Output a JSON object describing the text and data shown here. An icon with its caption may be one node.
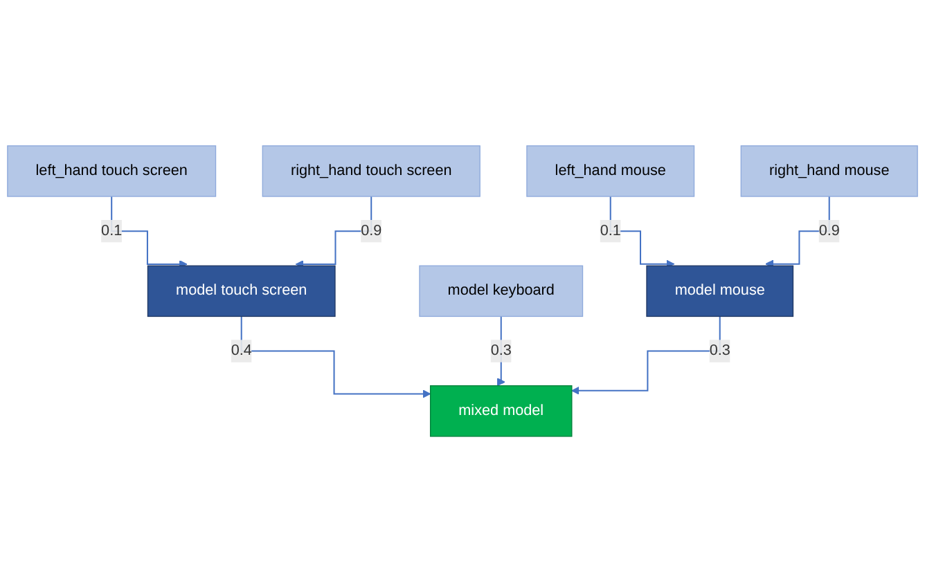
{
  "diagram": {
    "nodes": [
      {
        "text": [
          "left_hand touch screen"
        ],
        "beside": [
          "0.1"
        ]
      },
      {
        "text": [
          "right_hand touch screen"
        ],
        "beside": [
          "0.9"
        ]
      },
      {
        "text": [
          "left_hand mouse"
        ],
        "beside": [
          "0.1"
        ]
      },
      {
        "text": [
          "right_hand mouse"
        ],
        "beside": [
          "0.9"
        ]
      },
      {
        "text": [
          "model touch screen"
        ],
        "beside": [
          "0.4"
        ]
      },
      {
        "text": [
          "model keyboard"
        ],
        "beside": [
          "0.3"
        ]
      },
      {
        "text": [
          "model mouse"
        ],
        "beside": [
          "0.3"
        ]
      },
      {
        "text": [
          "mixed model"
        ]
      }
    ],
    "edges": [
      {
        "from": 0,
        "to": 4,
        "arrow": "to"
      },
      {
        "from": 1,
        "to": 4,
        "arrow": "to"
      },
      {
        "from": 2,
        "to": 6,
        "arrow": "to"
      },
      {
        "from": 3,
        "to": 6,
        "arrow": "to"
      },
      {
        "from": 4,
        "to": 7,
        "arrow": "to"
      },
      {
        "from": 5,
        "to": 7,
        "arrow": "to"
      },
      {
        "from": 6,
        "to": 7,
        "arrow": "to"
      }
    ]
  }
}
